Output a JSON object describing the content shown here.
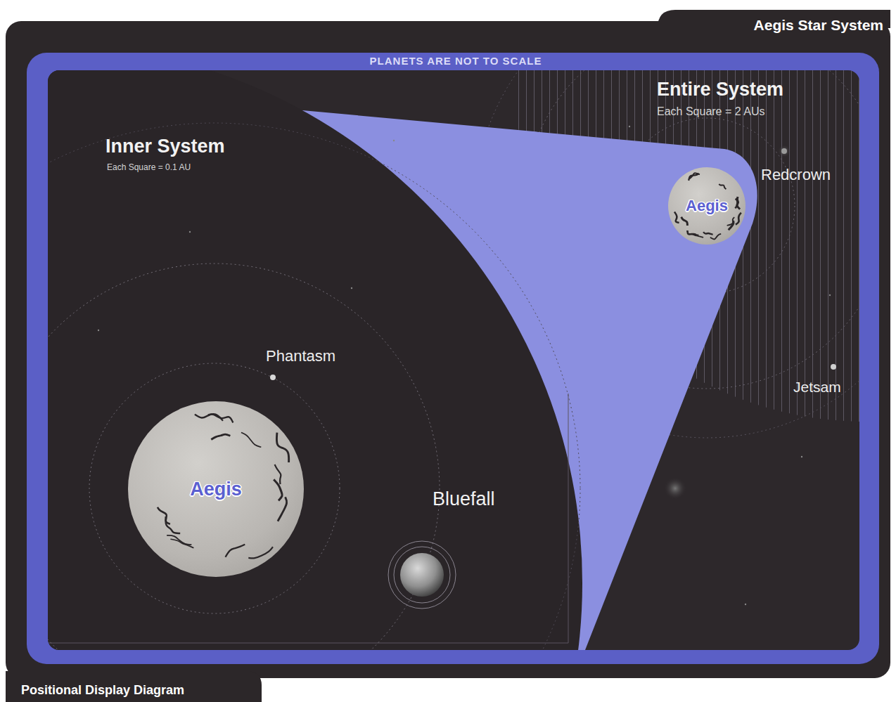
{
  "diagram": {
    "title": "Aegis Star System",
    "caption": "Positional Display Diagram",
    "nodes": [
      {
        "text": [
          "Aegis"
        ]
      },
      {
        "text": [
          "Aegis"
        ]
      }
    ],
    "labels": [
      "PLANETS ARE NOT TO SCALE",
      "Inner System",
      "Each Square = 0.1 AU",
      "Entire System",
      "Each Square = 2 AUs",
      "Redcrown",
      "Jetsam",
      "Phantasm",
      "Bluefall"
    ]
  }
}
